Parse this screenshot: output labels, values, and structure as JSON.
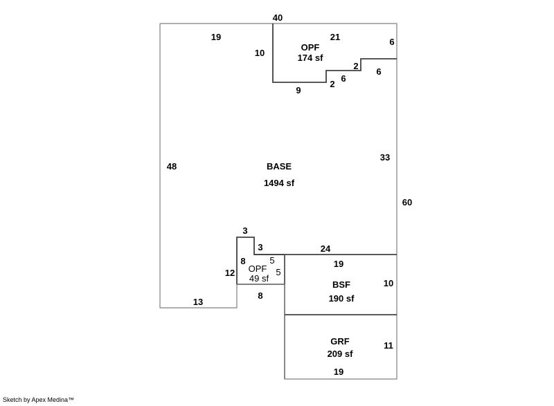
{
  "sketch": {
    "areas": [
      {
        "code": "BASE",
        "area": "1494 sf"
      },
      {
        "code": "OPF",
        "area": "174 sf"
      },
      {
        "code": "OPF",
        "area": "49 sf"
      },
      {
        "code": "BSF",
        "area": "190 sf"
      },
      {
        "code": "GRF",
        "area": "209 sf"
      }
    ],
    "dimensions": {
      "base_top": "40",
      "base_top_left": "19",
      "opf1_left": "10",
      "opf1_top": "21",
      "opf1_right": "6",
      "opf1_step_a": "2",
      "opf1_step_b": "6",
      "opf1_step_c": "2",
      "opf1_step_d": "6",
      "opf1_bottom": "9",
      "base_left": "48",
      "base_right_inner": "33",
      "base_right": "60",
      "opf2_top": "3",
      "opf2_step": "3",
      "base_mid": "24",
      "opf2_left_inner": "8",
      "opf2_right_a": "5",
      "opf2_right_b": "5",
      "base_notch_left": "12",
      "opf2_bottom": "8",
      "base_bottom": "13",
      "bsf_top": "19",
      "bsf_right": "10",
      "grf_right": "11",
      "grf_bottom": "19"
    }
  },
  "footer": {
    "credit": "Sketch by Apex Medina™"
  }
}
